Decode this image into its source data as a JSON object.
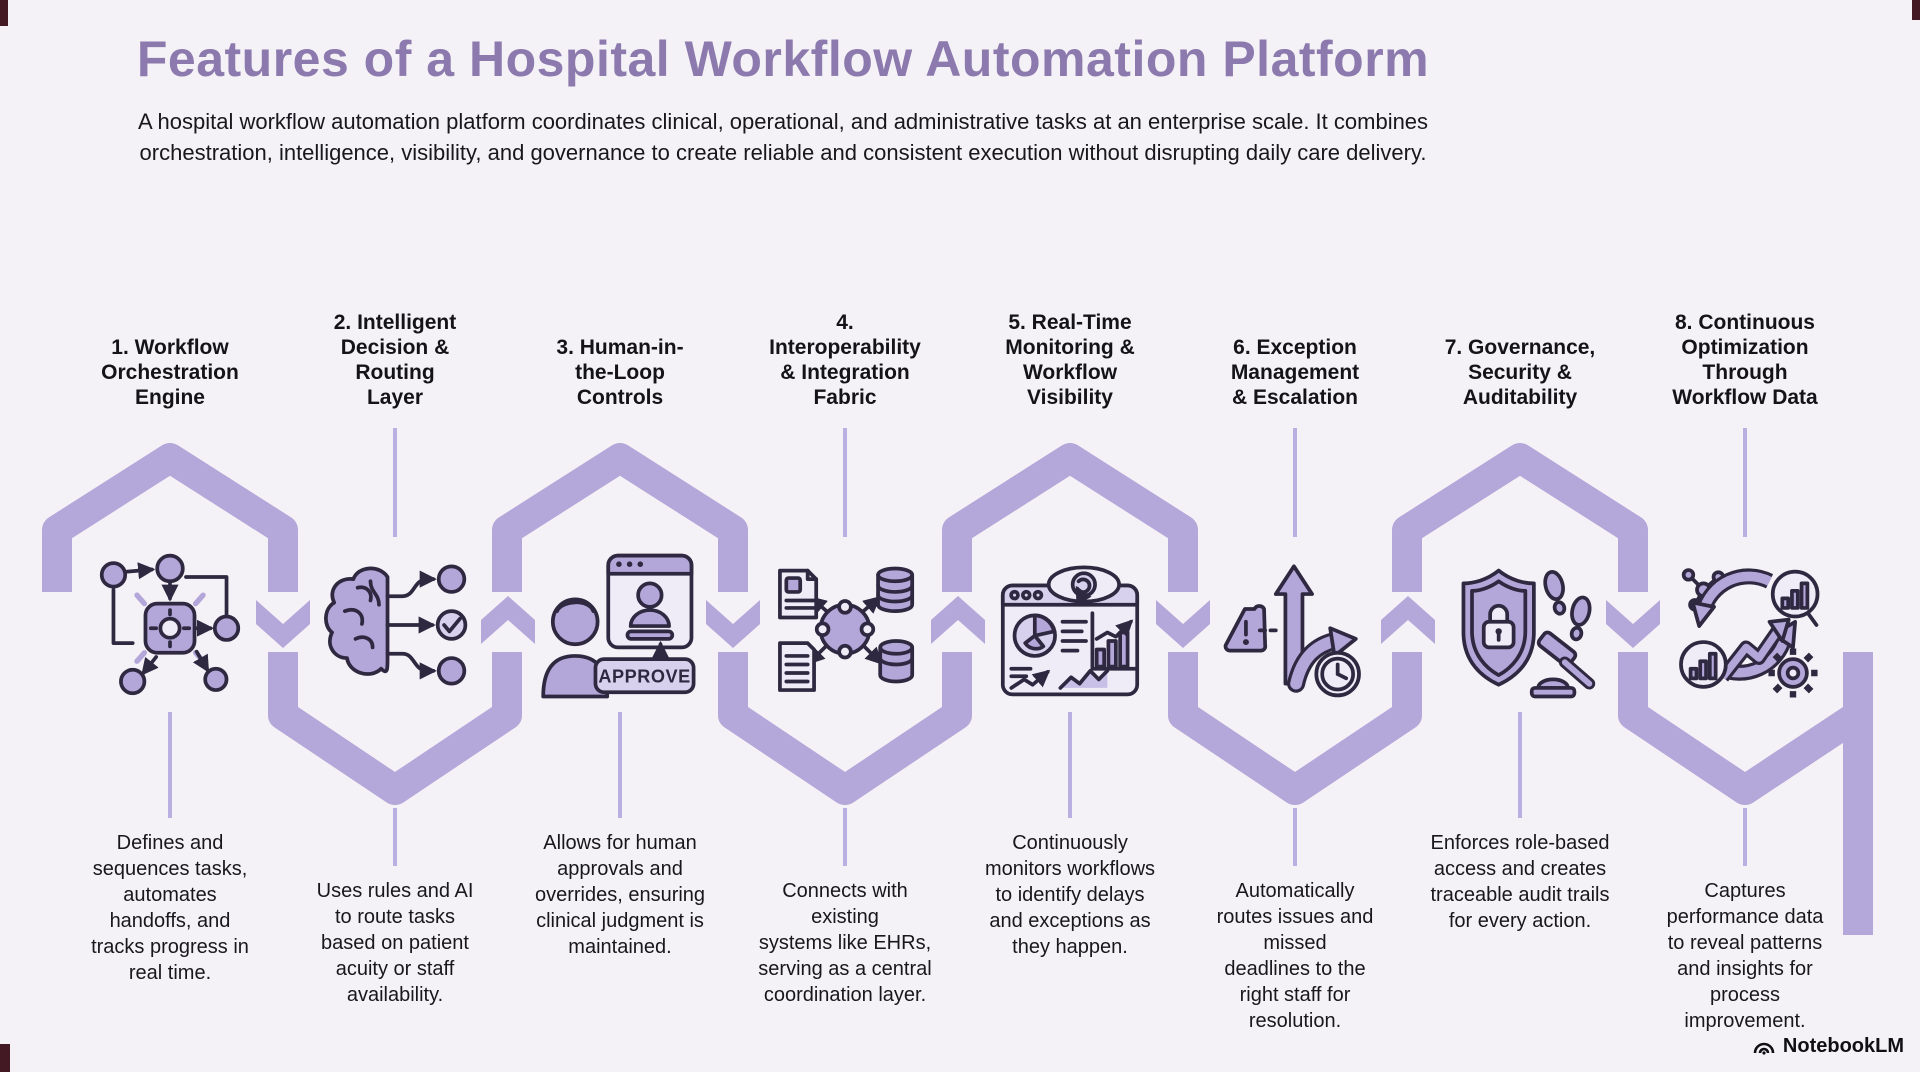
{
  "header": {
    "title": "Features of a Hospital Workflow Automation Platform",
    "subtitle": "A hospital workflow automation platform coordinates clinical, operational, and administrative tasks at an enterprise scale. It combines\norchestration, intelligence, visibility, and governance to create reliable and consistent execution without disrupting daily care delivery."
  },
  "items": [
    {
      "number": "1",
      "title": "1. Workflow\nOrchestration\nEngine",
      "description": "Defines and\nsequences tasks,\nautomates\nhandoffs, and\ntracks progress in\nreal time.",
      "icon": "workflow-orchestration-icon"
    },
    {
      "number": "2",
      "title": "2. Intelligent\nDecision &\nRouting\nLayer",
      "description": "Uses rules and AI\nto route tasks\nbased on patient\nacuity or staff\navailability.",
      "icon": "brain-routing-icon"
    },
    {
      "number": "3",
      "title": "3. Human-in-\nthe-Loop\nControls",
      "description": "Allows for human\napprovals and\noverrides, ensuring\nclinical judgment is\nmaintained.",
      "icon": "human-approval-icon",
      "icon_label": "APPROVE"
    },
    {
      "number": "4",
      "title": "4.\nInteroperability\n& Integration\nFabric",
      "description": "Connects with\nexisting\nsystems like EHRs,\nserving as a central\ncoordination layer.",
      "icon": "integration-hub-icon"
    },
    {
      "number": "5",
      "title": "5. Real-Time\nMonitoring &\nWorkflow\nVisibility",
      "description": "Continuously\nmonitors workflows\nto identify delays\nand exceptions as\nthey happen.",
      "icon": "monitoring-dashboard-icon"
    },
    {
      "number": "6",
      "title": "6. Exception\nManagement\n& Escalation",
      "description": "Automatically\nroutes issues and\nmissed\ndeadlines to the\nright staff for\nresolution.",
      "icon": "exception-escalation-icon"
    },
    {
      "number": "7",
      "title": "7. Governance,\nSecurity &\nAuditability",
      "description": "Enforces role-based\naccess and creates\ntraceable audit trails\nfor every action.",
      "icon": "shield-audit-icon"
    },
    {
      "number": "8",
      "title": "8. Continuous\nOptimization\nThrough\nWorkflow Data",
      "description": "Captures\nperformance data\nto reveal patterns\nand insights for\nprocess\nimprovement.",
      "icon": "optimization-cycle-icon"
    }
  ],
  "watermark": {
    "label": "NotebookLM"
  },
  "theme": {
    "bg": "#f4f2f7",
    "ribbon": "#b3a8d9",
    "thin_line": "#b9afe0",
    "title_color": "#8c79ad",
    "text_color": "#17171d",
    "accent_dark": "#2e2940",
    "icon_fill": "#b3a7d9",
    "icon_fill_light": "#d8d1ee",
    "icon_fill_bg": "#efecf8",
    "corner": "#431a23"
  }
}
